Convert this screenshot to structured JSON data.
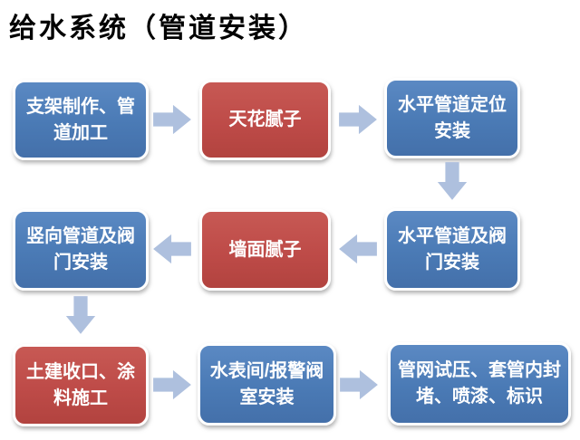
{
  "title": "给水系统（管道安装）",
  "colors": {
    "background": "#ffffff",
    "title_text": "#000000",
    "node_text": "#ffffff",
    "blue_top": "#5b89c3",
    "blue_base": "#4a7ab5",
    "blue_bottom": "#4470aa",
    "red_top": "#c75954",
    "red_base": "#be4b48",
    "red_bottom": "#b2433f",
    "arrow": "#aec0de"
  },
  "flowchart": {
    "nodes": [
      {
        "label": "支架制作、管道加工",
        "color": "blue"
      },
      {
        "label": "天花腻子",
        "color": "red"
      },
      {
        "label": "水平管道定位安装",
        "color": "blue"
      },
      {
        "label": "竖向管道及阀门安装",
        "color": "blue"
      },
      {
        "label": "墙面腻子",
        "color": "red"
      },
      {
        "label": "水平管道及阀门安装",
        "color": "blue"
      },
      {
        "label": "土建收口、涂料施工",
        "color": "red"
      },
      {
        "label": "水表间/报警阀室安装",
        "color": "blue"
      },
      {
        "label": "管网试压、套管内封堵、喷漆、标识",
        "color": "blue"
      }
    ],
    "connections": [
      {
        "from": "支架制作、管道加工",
        "to": "天花腻子",
        "direction": "right"
      },
      {
        "from": "天花腻子",
        "to": "水平管道定位安装",
        "direction": "right"
      },
      {
        "from": "水平管道定位安装",
        "to": "水平管道及阀门安装",
        "direction": "down"
      },
      {
        "from": "水平管道及阀门安装",
        "to": "墙面腻子",
        "direction": "left"
      },
      {
        "from": "墙面腻子",
        "to": "竖向管道及阀门安装",
        "direction": "left"
      },
      {
        "from": "竖向管道及阀门安装",
        "to": "土建收口、涂料施工",
        "direction": "down"
      },
      {
        "from": "土建收口、涂料施工",
        "to": "水表间/报警阀室安装",
        "direction": "right"
      },
      {
        "from": "水表间/报警阀室安装",
        "to": "管网试压、套管内封堵、喷漆、标识",
        "direction": "right"
      }
    ]
  }
}
